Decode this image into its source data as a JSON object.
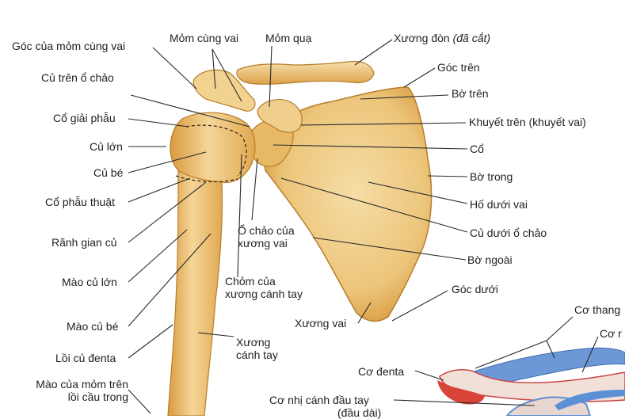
{
  "colors": {
    "bone_light": "#f3d59a",
    "bone_mid": "#e6b45c",
    "bone_shadow": "#c98a2e",
    "bone_outline": "#b77d2a",
    "leader_line": "#2a2a2a",
    "muscle_red": "#d8443a",
    "muscle_blue": "#5b8fd6",
    "muscle_light": "#f1e3dc"
  },
  "labels": {
    "goc_mom_cung_vai": "Góc của mỏm cùng vai",
    "mom_cung_vai": "Mỏm cùng vai",
    "mom_qua": "Mỏm quạ",
    "xuong_don": "Xương đòn",
    "da_cat": "(đã cắt)",
    "goc_tren": "Góc trên",
    "bo_tren": "Bờ trên",
    "khuyet_tren": "Khuyết trên (khuyết vai)",
    "co": "Cổ",
    "bo_trong": "Bờ trong",
    "ho_duoi_vai": "Hố dưới vai",
    "cu_duoi_o_chao": "Củ dưới ổ chảo",
    "bo_ngoai": "Bờ ngoài",
    "goc_duoi": "Góc dưới",
    "xuong_vai": "Xương vai",
    "cu_tren_o_chao": "Củ trên ổ chảo",
    "co_giai_phau": "Cổ giải phẫu",
    "cu_lon": "Củ lớn",
    "cu_be": "Củ bé",
    "co_phau_thuat": "Cổ phẫu thuật",
    "ranh_gian_cu": "Rãnh gian củ",
    "mao_cu_lon": "Mào củ lớn",
    "mao_cu_be": "Mào củ bé",
    "loi_cu_denta": "Lồi củ đenta",
    "mao_mom_tren_1": "Mào của mỏm trên",
    "mao_mom_tren_2": "lồi cầu trong",
    "o_chao_1": "Ổ chảo của",
    "o_chao_2": "xương vai",
    "chom_1": "Chỏm của",
    "chom_2": "xương cánh tay",
    "xuong_canh_tay_1": "Xương",
    "xuong_canh_tay_2": "cánh tay",
    "co_thang": "Cơ thang",
    "co_r": "Cơ r",
    "co_denta": "Cơ đenta",
    "co_nhi_1": "Cơ nhị cánh đầu tay",
    "co_nhi_2": "(đầu dài)"
  }
}
